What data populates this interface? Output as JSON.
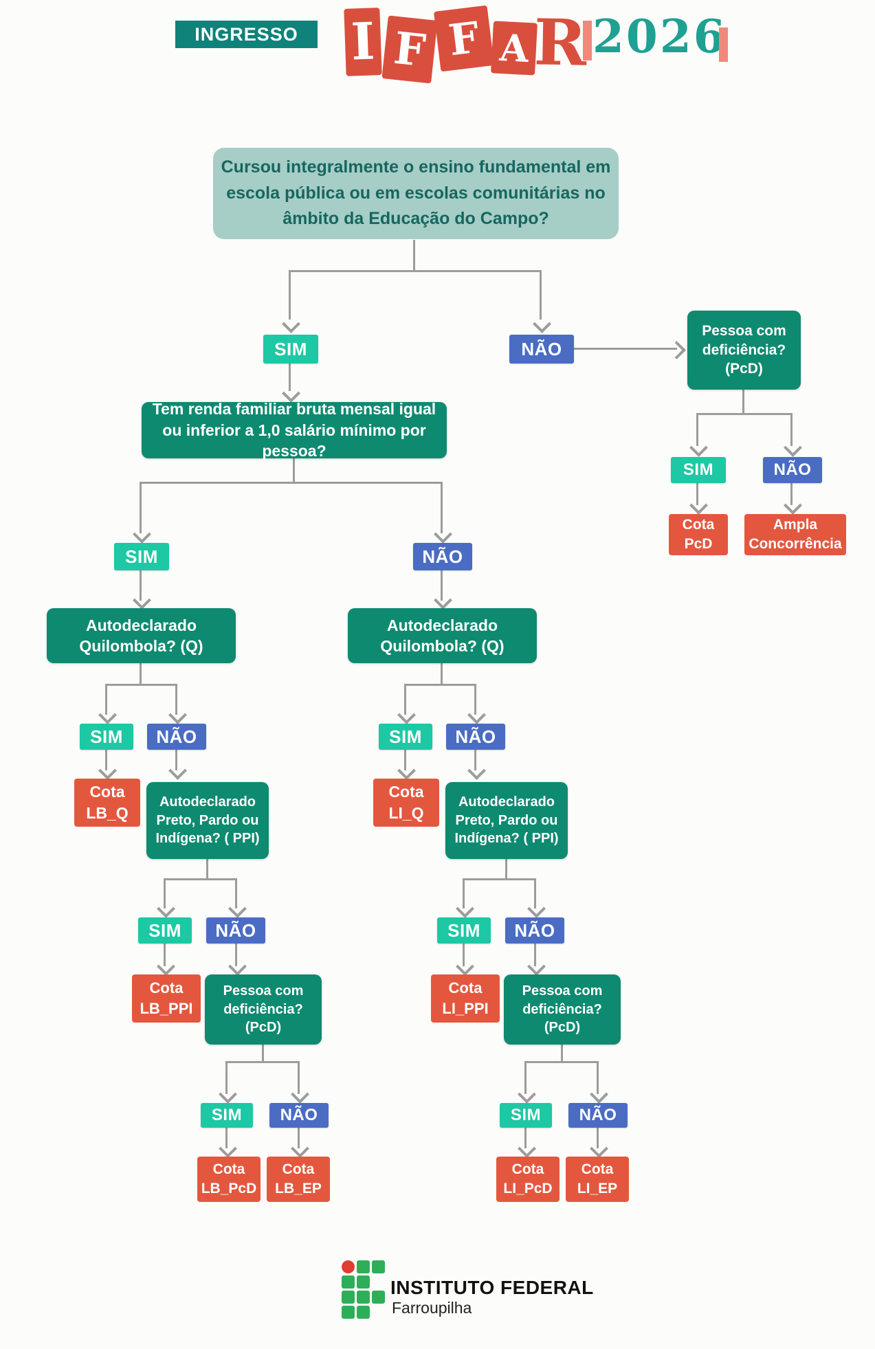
{
  "header": {
    "ingresso": "INGRESSO",
    "logo": {
      "letters": [
        "I",
        "F",
        "F",
        "A",
        "R"
      ],
      "year": "2026"
    }
  },
  "flow": {
    "sim": "SIM",
    "nao": "NÃO",
    "q_fundamental": "Cursou integralmente o ensino fundamental em escola pública ou em escolas comunitárias no âmbito da Educação do Campo?",
    "q_renda": "Tem renda familiar bruta mensal igual ou inferior a 1,0 salário mínimo por pessoa?",
    "q_pcd": "Pessoa com deficiência? (PcD)",
    "q_quilombola": "Autodeclarado Quilombola? (Q)",
    "q_ppi": "Autodeclarado Preto, Pardo ou Indígena? ( PPI)",
    "outcomes": {
      "cota_pcd": "Cota PcD",
      "ampla_concorrencia": "Ampla Concorrência",
      "cota_lb_q": "Cota LB_Q",
      "cota_lb_ppi": "Cota LB_PPI",
      "cota_lb_pcd": "Cota LB_PcD",
      "cota_lb_ep": "Cota LB_EP",
      "cota_li_q": "Cota LI_Q",
      "cota_li_ppi": "Cota LI_PPI",
      "cota_li_pcd": "Cota LI_PcD",
      "cota_li_ep": "Cota LI_EP"
    }
  },
  "footer": {
    "institution": "INSTITUTO FEDERAL",
    "campus": "Farroupilha"
  },
  "colors": {
    "question_green": "#0e8a70",
    "intro_sage": "#a7cdc7",
    "sim_teal": "#1dc8a4",
    "nao_blue": "#4a6cc3",
    "outcome_red": "#e4573f",
    "connector_gray": "#9c9c9c",
    "year_teal": "#1fa093",
    "logo_red": "#d94f3d"
  }
}
